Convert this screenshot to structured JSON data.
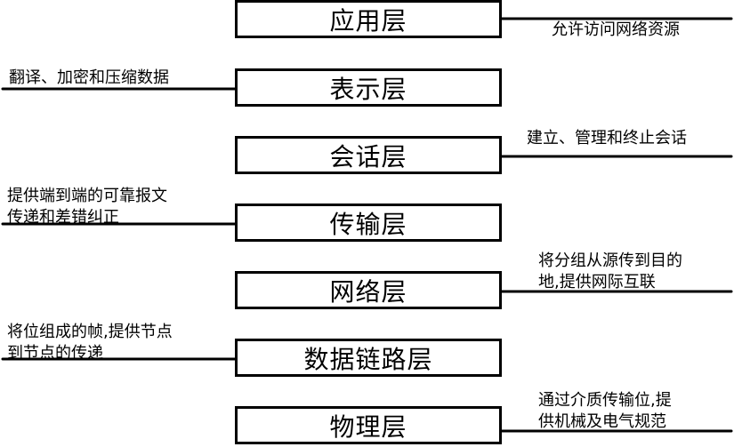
{
  "layers": [
    {
      "name": "应用层",
      "desc_lines": [
        "允许访问网络资源"
      ]
    },
    {
      "name": "表示层",
      "desc_lines": [
        "翻译、加密和压缩数据"
      ]
    },
    {
      "name": "会话层",
      "desc_lines": [
        "建立、管理和终止会话"
      ]
    },
    {
      "name": "传输层",
      "desc_lines": [
        "提供端到端的可靠报文",
        "传递和差错纠正"
      ]
    },
    {
      "name": "网络层",
      "desc_lines": [
        "将分组从源传到目的",
        "地,提供网际互联"
      ]
    },
    {
      "name": "数据链路层",
      "desc_lines": [
        "将位组成的帧,提供节点",
        "到节点的传递"
      ]
    },
    {
      "name": "物理层",
      "desc_lines": [
        "通过介质传输位,提",
        "供机械及电气规范"
      ]
    }
  ]
}
